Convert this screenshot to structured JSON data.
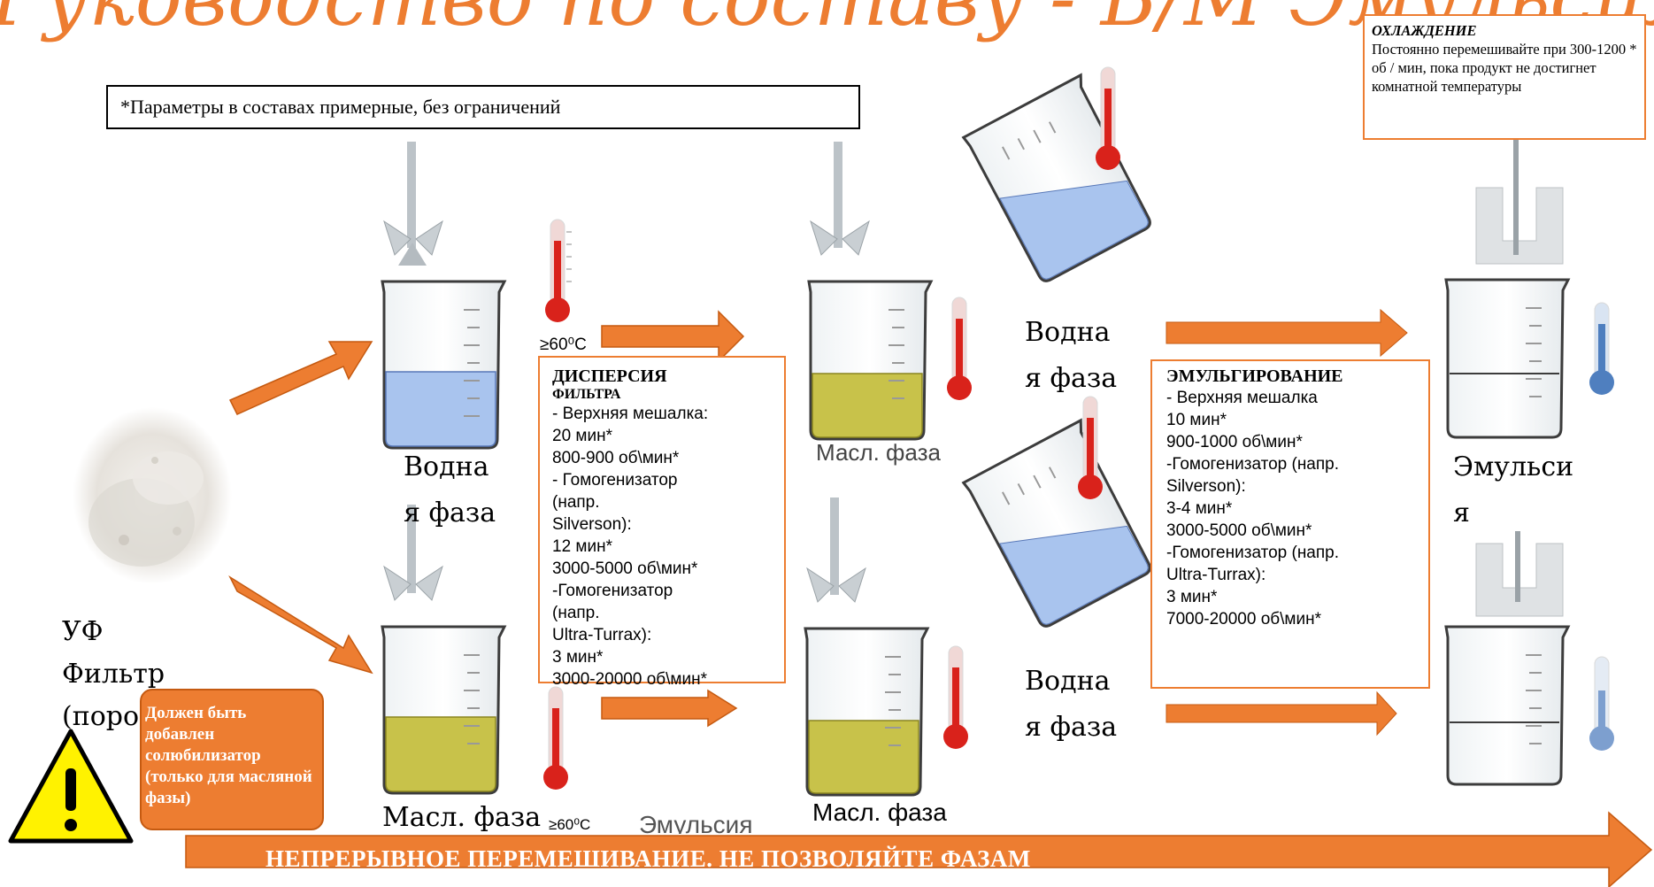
{
  "title": "Руководство по составу - В/М Эмульсия",
  "note": "*Параметры в составах примерные, без ограничений",
  "powder_label_lines": [
    "УФ",
    "Фильтр",
    "(порошок)"
  ],
  "warning_text": "Должен быть добавлен солюбилизатор (только для масляной фазы)",
  "labels": {
    "water_phase_1a": "Водна",
    "water_phase_1b": "я фаза",
    "oil_phase_1": "Масл. фаза",
    "temp_top": "≥60⁰C",
    "temp_bottom": "≥60⁰C",
    "oil_phase_2_top": "Масл. фаза",
    "oil_phase_2_bottom": "Масл. фаза",
    "water_phase_2a_top": "Водна",
    "water_phase_2b_top": "я фаза",
    "water_phase_2a_bottom": "Водна",
    "water_phase_2b_bottom": "я фаза",
    "emulsion_a": "Эмульси",
    "emulsion_b": "я",
    "emulsion_hidden": "Эмульсия"
  },
  "dispersion": {
    "title": "ДИСПЕРСИЯ",
    "subtitle": "ФИЛЬТРА",
    "lines": [
      "- Верхняя мешалка:",
      "20 мин*",
      "800-900 об\\мин*",
      "- Гомогенизатор",
      "(напр.",
      "Silverson):",
      "12 мин*",
      "3000-5000 об\\мин*",
      "-Гомогенизатор",
      "(напр.",
      "Ultra-Turrax):",
      "3 мин*",
      "3000-20000 об\\мин*"
    ]
  },
  "emulsification": {
    "title": "ЭМУЛЬГИРОВАНИЕ",
    "lines": [
      "- Верхняя мешалка",
      "10 мин*",
      "900-1000 об\\мин*",
      " -Гомогенизатор (напр.",
      "Silverson):",
      "3-4 мин*",
      "3000-5000 об\\мин*",
      " -Гомогенизатор (напр.",
      "Ultra-Turrax):",
      "3 мин*",
      "7000-20000 об\\мин*"
    ]
  },
  "cooling": {
    "title": "ОХЛАЖДЕНИЕ",
    "text": "Постоянно перемешивайте при 300-1200 * об / мин, пока продукт не достигнет комнатной температуры"
  },
  "bottom_banner": "НЕПРЕРЫВНОЕ ПЕРЕМЕШИВАНИЕ. НЕ ПОЗВОЛЯЙТЕ ФАЗАМ",
  "colors": {
    "accent": "#ED7D31",
    "water": "#A9C4EE",
    "oil": "#C8C24A",
    "thermo_hot": "#D9221B",
    "thermo_cool": "#4F7FBF"
  }
}
